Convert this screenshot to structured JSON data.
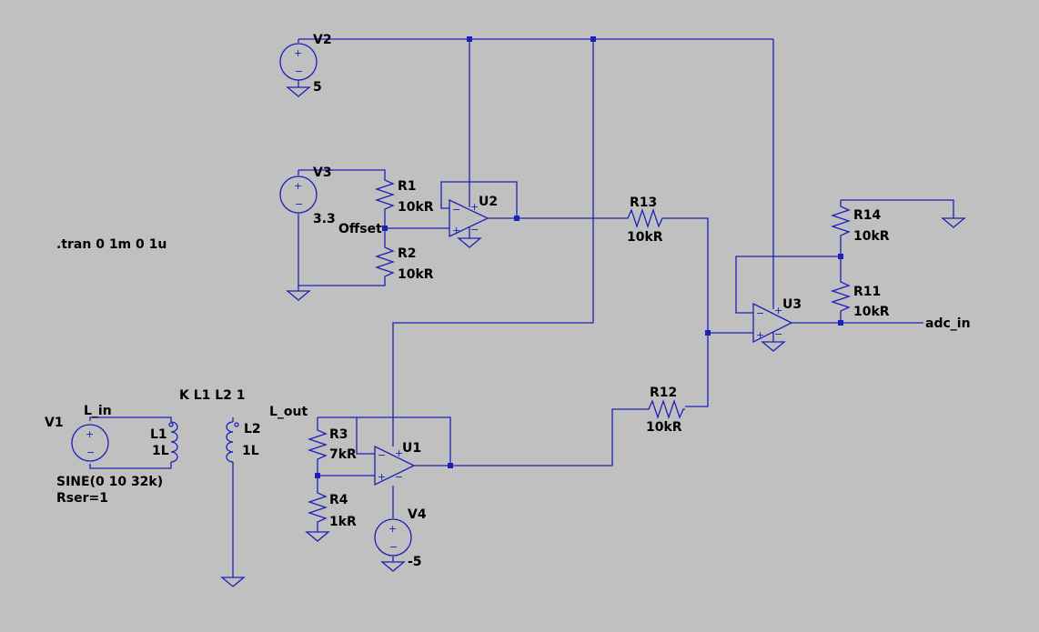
{
  "directive": ".tran 0 1m 0 1u",
  "coupling": "K L1 L2 1",
  "sources": {
    "v1": {
      "name": "V1",
      "value": "SINE(0 10 32k)",
      "value2": "Rser=1"
    },
    "v2": {
      "name": "V2",
      "value": "5"
    },
    "v3": {
      "name": "V3",
      "value": "3.3"
    },
    "v4": {
      "name": "V4",
      "value": "-5"
    }
  },
  "resistors": {
    "r1": {
      "name": "R1",
      "value": "10kR"
    },
    "r2": {
      "name": "R2",
      "value": "10kR"
    },
    "r3": {
      "name": "R3",
      "value": "7kR"
    },
    "r4": {
      "name": "R4",
      "value": "1kR"
    },
    "r11": {
      "name": "R11",
      "value": "10kR"
    },
    "r12": {
      "name": "R12",
      "value": "10kR"
    },
    "r13": {
      "name": "R13",
      "value": "10kR"
    },
    "r14": {
      "name": "R14",
      "value": "10kR"
    }
  },
  "inductors": {
    "l1": {
      "name": "L1",
      "value": "1L"
    },
    "l2": {
      "name": "L2",
      "value": "1L"
    }
  },
  "opamps": {
    "u1": "U1",
    "u2": "U2",
    "u3": "U3"
  },
  "nets": {
    "l_in": "L_in",
    "l_out": "L_out",
    "offset": "Offset",
    "adc_in": "adc_in"
  },
  "colors": {
    "background": "#c0c0c0",
    "wire": "#1b20b8",
    "text": "#000000"
  }
}
